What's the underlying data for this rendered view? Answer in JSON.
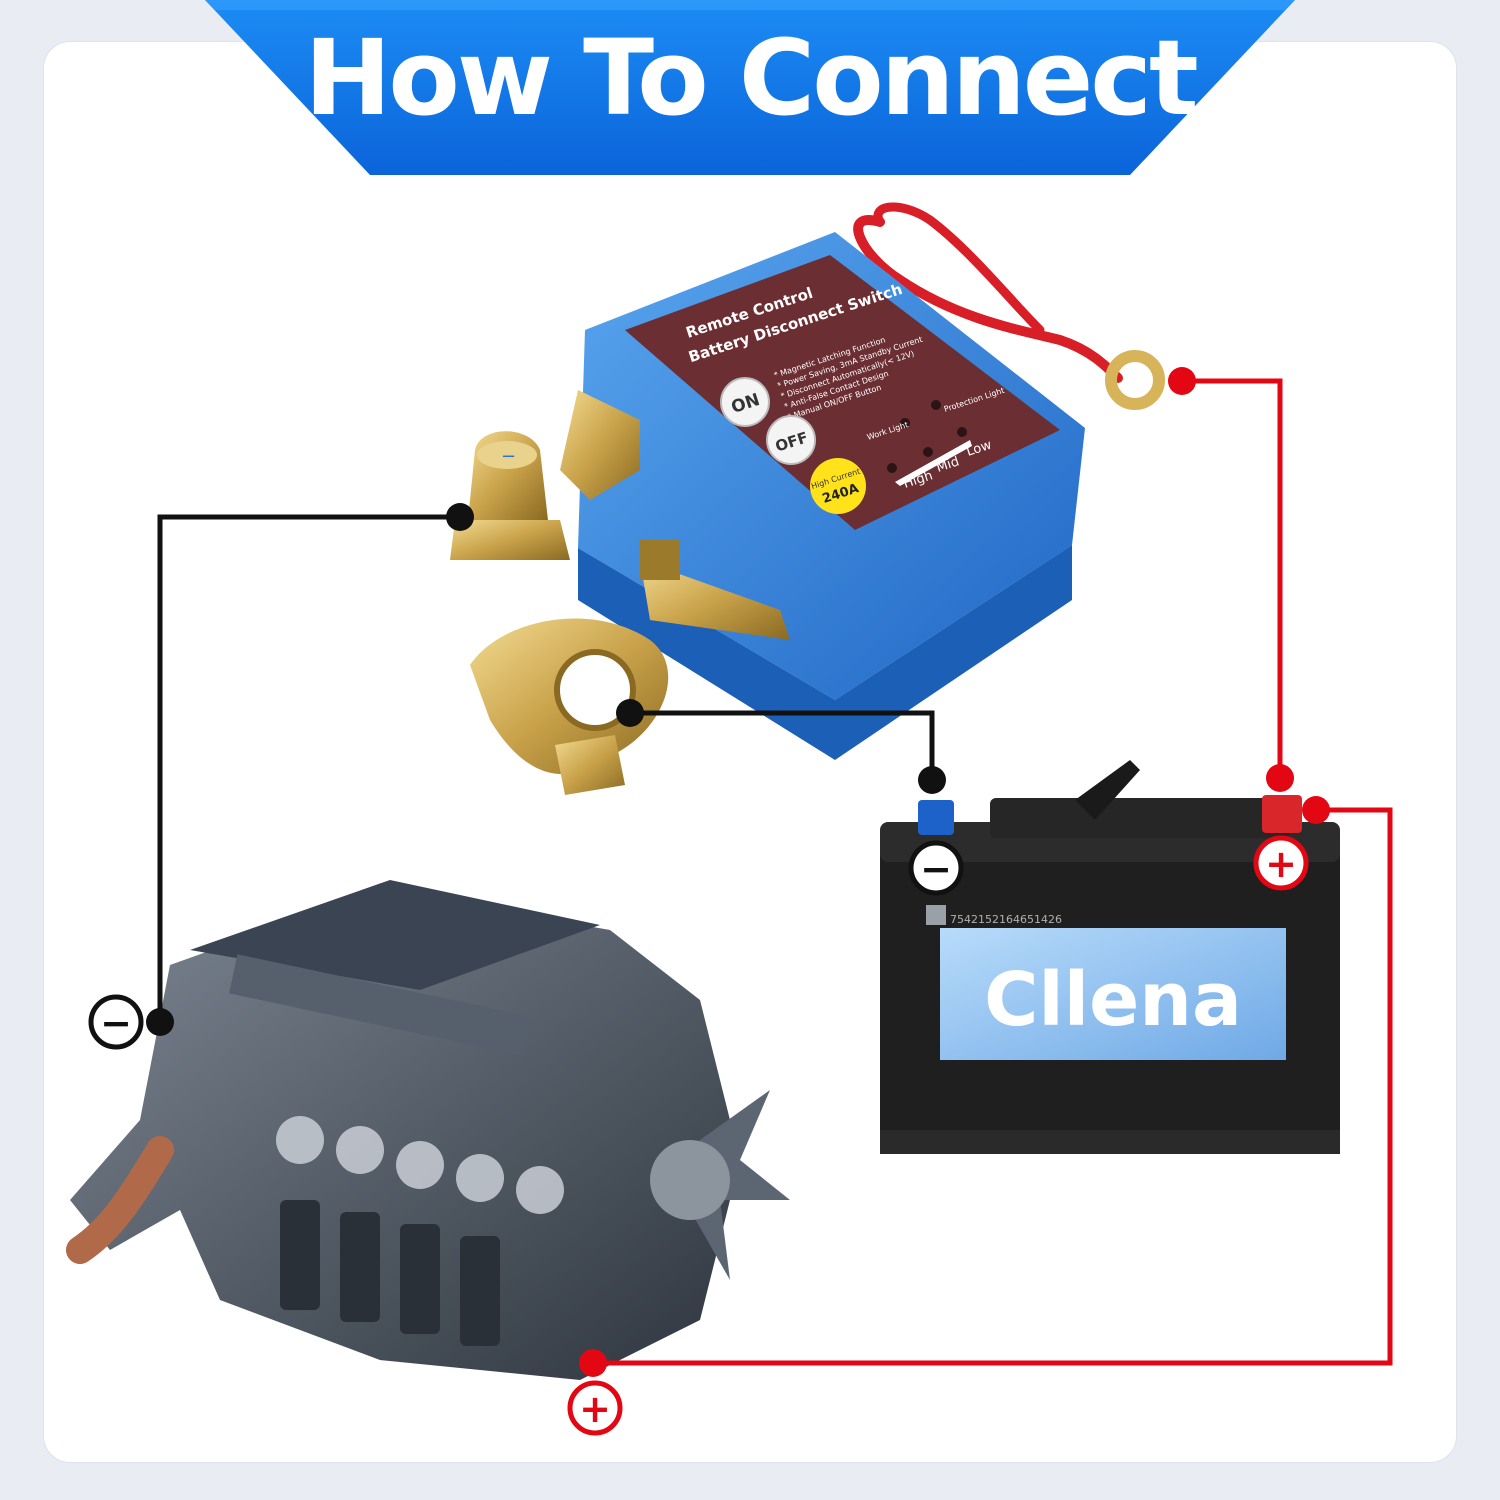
{
  "header": {
    "title": "How To Connect"
  },
  "switch": {
    "title_line1": "Remote Control",
    "title_line2": "Battery Disconnect Switch",
    "features": [
      "* Magnetic Latching Function",
      "* Power Saving, 3mA Standby Current",
      "* Disconnect Automatically(< 12V)",
      "* Anti-False Contact Design",
      "* Manual ON/OFF Button"
    ],
    "on_label": "ON",
    "off_label": "OFF",
    "current_label": "High Current",
    "current_value": "240A",
    "work_light_label": "Work Light",
    "protection_light_label": "Protection Light",
    "levels": [
      "High",
      "Mid",
      "Low"
    ]
  },
  "battery": {
    "serial": "7542152164651426",
    "brand": "Cllena"
  },
  "symbols": {
    "minus": "−",
    "plus": "+"
  },
  "colors": {
    "banner_top": "#1f8ff3",
    "banner_bottom": "#0a63d8",
    "negative_wire": "#111111",
    "positive_wire": "#e30613",
    "switch_body": "#2f7fd6",
    "label_plate": "#6b2e33",
    "brass": "#c9a24a",
    "battery_body": "#1f1f1f",
    "battery_label": "#9ec8ef"
  }
}
